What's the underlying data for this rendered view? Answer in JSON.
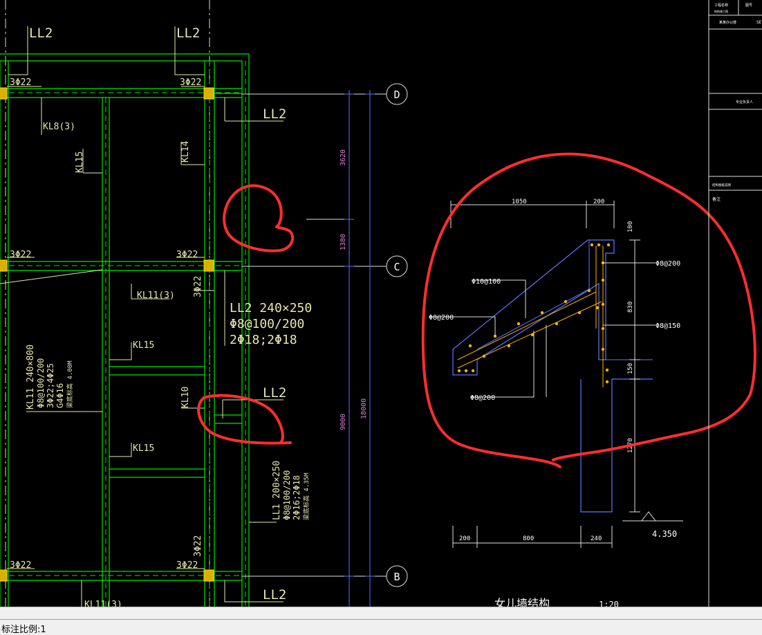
{
  "status": {
    "text": "标注比例:1"
  },
  "grid": {
    "d": "D",
    "c": "C",
    "b": "B"
  },
  "beams": {
    "ll2": "LL2",
    "kl8": "KL8(3)",
    "kl15": "KL15",
    "kl14": "KL14",
    "kl11_3": "KL11(3)",
    "kl10": "KL10",
    "kl11_bottom": "KL11(3)"
  },
  "rebar": {
    "r3phi22": "3Φ22"
  },
  "ll2_note": {
    "line1": "LL2 240×250",
    "line2": "Φ8@100/200",
    "line3": "2Φ18;2Φ18"
  },
  "kl11_note": {
    "line1": "KL11 240×800",
    "line2": "Φ8@100/200",
    "line3": "3Φ22;4Φ25",
    "line4": "G4Φ16",
    "line5": "梁底标高 4.00M"
  },
  "ll1_note": {
    "line1": "LL1 200×250",
    "line2": "Φ8@100/200",
    "line3": "2Φ16;2Φ18",
    "line4": "梁底标高 4.35M"
  },
  "dims": {
    "d3620": "3620",
    "d1380": "1380",
    "d9000": "9000",
    "d18000": "18000",
    "top1050": "1050",
    "top200": "200",
    "r100": "100",
    "r830": "830",
    "r150": "150",
    "r1270": "1270",
    "b200": "200",
    "b800": "800",
    "b240": "240",
    "elev": "4.350"
  },
  "detail": {
    "phi10": "Φ10@100",
    "phi8_200a": "Φ8@200",
    "phi8_200b": "Φ8@200",
    "phi8_200r": "Φ8@200",
    "phi8_150": "Φ8@150",
    "title": "女儿墙结构",
    "scale": "1:20"
  },
  "titleblock": {
    "t1": "工程名称",
    "t2": "某某办公楼",
    "t3": "图号",
    "t4": "SE",
    "t5": "结构施工图",
    "t6": "专业负责人",
    "t7": "结构图纸说明",
    "t8": "备注"
  },
  "colors": {
    "grid": "#00ff00",
    "annotation": "#ff3030",
    "dim": "#4a6cff"
  }
}
